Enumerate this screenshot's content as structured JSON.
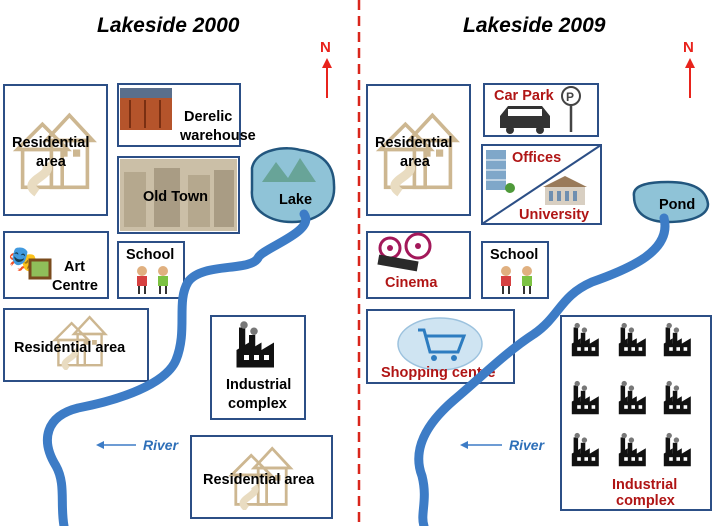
{
  "left_map": {
    "title": "Lakeside 2000",
    "north": "N",
    "residential_1": [
      "Residential",
      "area"
    ],
    "derelict": [
      "Derelic",
      "warehouse"
    ],
    "old_town": "Old Town",
    "lake": "Lake",
    "art_centre": [
      "Art",
      "Centre"
    ],
    "school": "School",
    "residential_2": "Residential area",
    "industrial": [
      "Industrial",
      "complex"
    ],
    "river": "River",
    "residential_3": "Residential area"
  },
  "right_map": {
    "title": "Lakeside 2009",
    "north": "N",
    "residential": [
      "Residential",
      "area"
    ],
    "car_park": "Car Park",
    "parking_sign": "P",
    "offices": "Offices",
    "university": "University",
    "pond": "Pond",
    "cinema": "Cinema",
    "school": "School",
    "shopping": "Shopping centre",
    "industrial": [
      "Industrial",
      "complex"
    ],
    "river": "River"
  },
  "colors": {
    "river": "#3d7cc6",
    "box_border": "#2c4f86",
    "divider": "#d9261c",
    "north_arrow": "#e8231c",
    "red_label": "#b01515"
  }
}
